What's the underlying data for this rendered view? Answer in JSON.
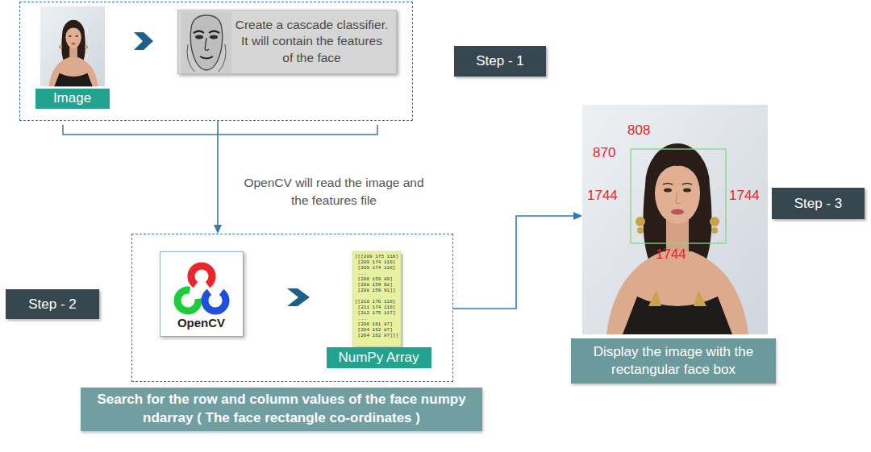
{
  "diagram": {
    "nodes": [
      {
        "text": []
      },
      {
        "text": [
          "Image"
        ],
        "in": 0
      },
      {
        "text": [
          "Create a cascade classifier. It will contain the features of the face"
        ],
        "in": 0
      },
      {
        "text": [
          "Step - 1"
        ]
      },
      {
        "text": []
      },
      {
        "text": [
          "Step - 2"
        ]
      },
      {
        "text": [
          "OpenCV"
        ],
        "in": 4
      },
      {
        "text": [
          "NumPy Array"
        ],
        "in": 4
      },
      {
        "text": [
          "Search for the row and column values of the face numpy ndarray ( The face rectangle co-ordinates )"
        ]
      },
      {
        "text": [
          "808",
          "870",
          "1744",
          "1744",
          "1744"
        ]
      },
      {
        "text": [
          "Step - 3"
        ]
      },
      {
        "text": [
          "Display the image with the rectangular face box"
        ]
      }
    ],
    "edges": [
      {
        "from": 0,
        "to": 4,
        "arrow": "to",
        "label": "OpenCV will read the image and the features file"
      },
      {
        "from": 4,
        "to": 9,
        "arrow": "to"
      }
    ],
    "labels": [
      "[[[209 175 116]",
      "[209 174 116]",
      "[209 174 116]",
      "...",
      "[206 159 89]",
      "[208 159 91]",
      "[208 159 91]]",
      "[[210 176 116]",
      "[211 174 116]",
      "[212 175 117]",
      "...",
      "[206 161 87]",
      "[204 162 87]",
      "[204 162 87]]]"
    ]
  }
}
